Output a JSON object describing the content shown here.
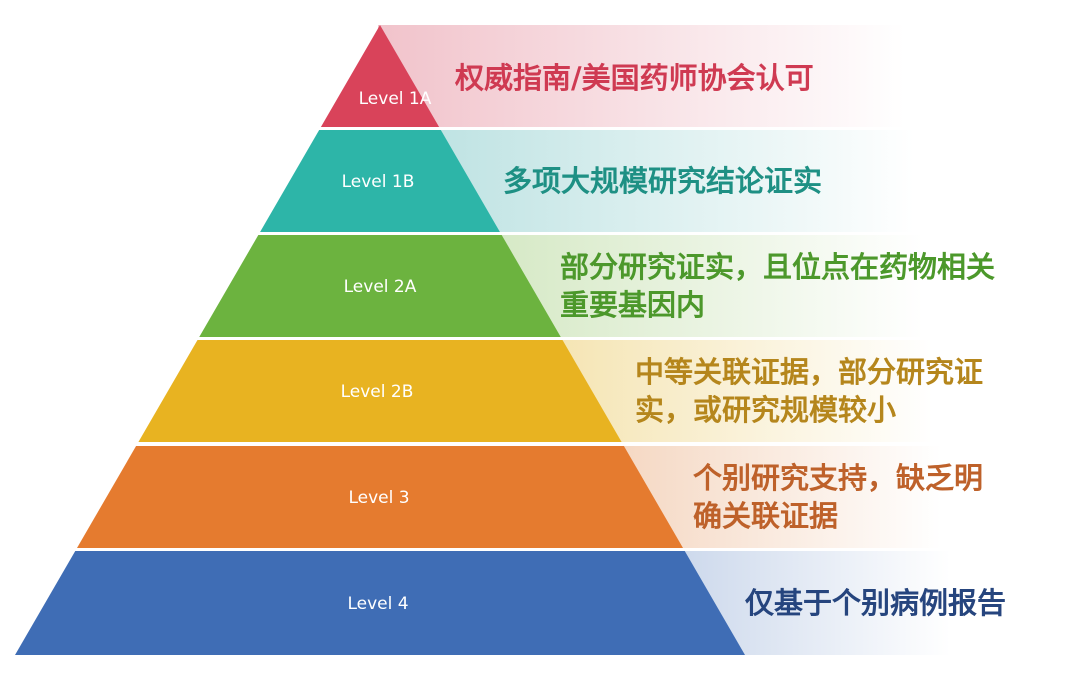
{
  "levels": [
    {
      "label": "Level 1A",
      "color": "#d9435a",
      "tint": "#f1c3cb",
      "text_color": "#cf3a52",
      "description": [
        "权威指南/美国药师协会认可"
      ]
    },
    {
      "label": "Level 1B",
      "color": "#2db5a8",
      "tint": "#bfe3e3",
      "text_color": "#1e9084",
      "description": [
        "多项大规模研究结论证实"
      ]
    },
    {
      "label": "Level 2A",
      "color": "#6cb33f",
      "tint": "#d6e9c6",
      "text_color": "#4c982b",
      "description": [
        "部分研究证实，且位点在药物相关",
        "重要基因内"
      ]
    },
    {
      "label": "Level 2B",
      "color": "#e8b321",
      "tint": "#f5e5b4",
      "text_color": "#b5861c",
      "description": [
        "中等关联证据，部分研究证",
        "实，或研究规模较小"
      ]
    },
    {
      "label": "Level 3",
      "color": "#e57b2f",
      "tint": "#f5d8c3",
      "text_color": "#be612a",
      "description": [
        "个别研究支持，缺乏明",
        "确关联证据"
      ]
    },
    {
      "label": "Level 4",
      "color": "#3f6db5",
      "tint": "#cdd9ec",
      "text_color": "#26457e",
      "description": [
        "仅基于个别病例报告"
      ]
    }
  ]
}
